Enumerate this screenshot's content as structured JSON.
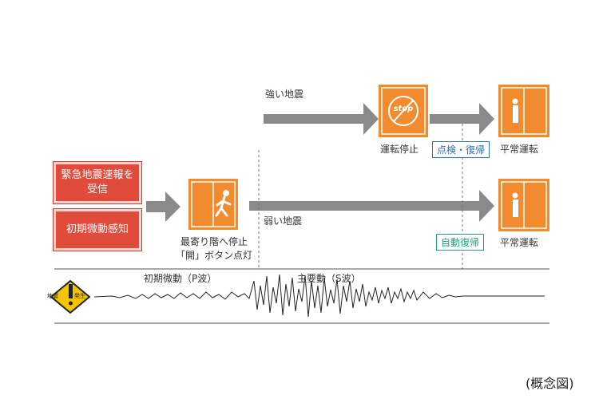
{
  "received_box": {
    "line1": "緊急地震速報を",
    "line2": "受信"
  },
  "initial_box": {
    "label": "初期微動感知"
  },
  "stop_nearest": {
    "line1": "最寄り階へ停止",
    "line2": "「開」ボタン点灯"
  },
  "strong_quake": {
    "label": "強い地震"
  },
  "weak_quake": {
    "label": "弱い地震"
  },
  "operation_stop": {
    "label": "運転停止"
  },
  "inspect_recover": {
    "label": "点検・復帰"
  },
  "auto_recover": {
    "label": "自動復帰"
  },
  "normal_top": {
    "label": "平常運転"
  },
  "normal_bottom": {
    "label": "平常運転"
  },
  "p_wave": {
    "label": "初期微動（P波）"
  },
  "s_wave": {
    "label": "主要動（S波）"
  },
  "warning_sign": {
    "left": "地震",
    "right": "発生"
  },
  "stop_sign": {
    "label": "stop"
  },
  "caption": {
    "label": "(概念図)"
  },
  "colors": {
    "orange": "#f28a2e",
    "red": "#e04b3c",
    "gray": "#8a8a8a",
    "blue": "#2f6fb3",
    "green": "#1ea37a",
    "yellow": "#f5c400"
  }
}
